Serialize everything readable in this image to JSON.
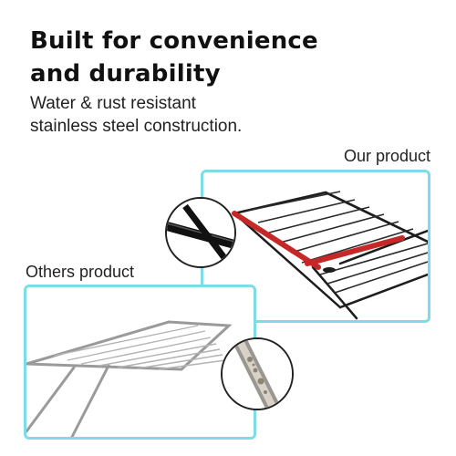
{
  "headline": {
    "line1": "Built for convenience",
    "line2": "and durability"
  },
  "subheadline": {
    "line1": "Water & rust resistant",
    "line2": "stainless steel construction."
  },
  "comparison": {
    "ours": {
      "label": "Our product",
      "colors": {
        "frame": "#1d1d1d",
        "accent": "#c62828"
      }
    },
    "others": {
      "label": "Others product",
      "colors": {
        "frame": "#9a9a9a",
        "rust": "#b8b0a4"
      }
    },
    "panel_border_color": "#7fdbe6"
  }
}
